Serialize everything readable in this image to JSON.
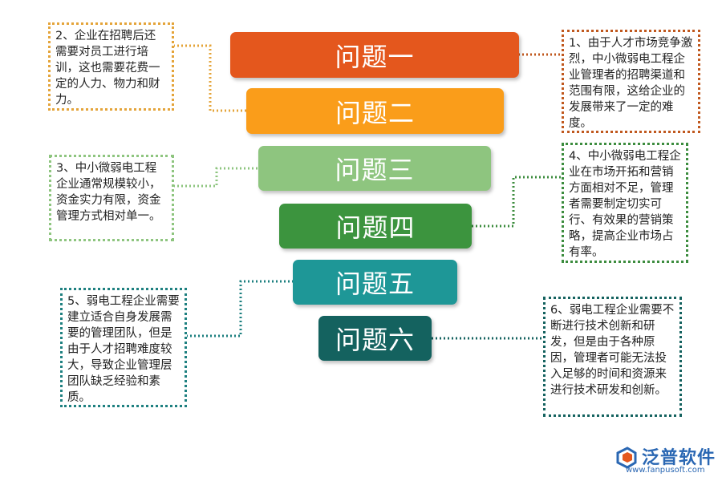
{
  "problems": [
    {
      "label": "问题一",
      "color": "#e4571d"
    },
    {
      "label": "问题二",
      "color": "#fa9d1a"
    },
    {
      "label": "问题三",
      "color": "#8ec57f"
    },
    {
      "label": "问题四",
      "color": "#3c943e"
    },
    {
      "label": "问题五",
      "color": "#1e9797"
    },
    {
      "label": "问题六",
      "color": "#14625f"
    }
  ],
  "notes": [
    {
      "text": "1、由于人才市场竞争激烈，中小微弱电工程企业管理者的招聘渠道和范围有限，这给企业的发展带来了一定的难度。",
      "color": "#c0581e"
    },
    {
      "text": "2、企业在招聘后还需要对员工进行培训，这也需要花费一定的人力、物力和财力。",
      "color": "#e4a43a"
    },
    {
      "text": "3、中小微弱电工程企业通常规模较小，资金实力有限，资金管理方式相对单一。",
      "color": "#8ec57f"
    },
    {
      "text": "4、中小微弱电工程企业在市场开拓和营销方面相对不足，管理者需要制定切实可行、有效果的营销策略，提高企业市场占有率。",
      "color": "#3c8c3e"
    },
    {
      "text": "5、弱电工程企业需要建立适合自身发展需要的管理团队，但是由于人才招聘难度较大，导致企业管理层团队缺乏经验和素质。",
      "color": "#1e8080"
    },
    {
      "text": "6、弱电工程企业需要不断进行技术创新和研发，但是由于各种原因，管理者可能无法投入足够的时间和资源来进行技术研发和创新。",
      "color": "#14625f"
    }
  ],
  "logo": {
    "name": "泛普软件",
    "url": "www.fanpusoft.com",
    "icon": "fanpu-logo-icon"
  }
}
